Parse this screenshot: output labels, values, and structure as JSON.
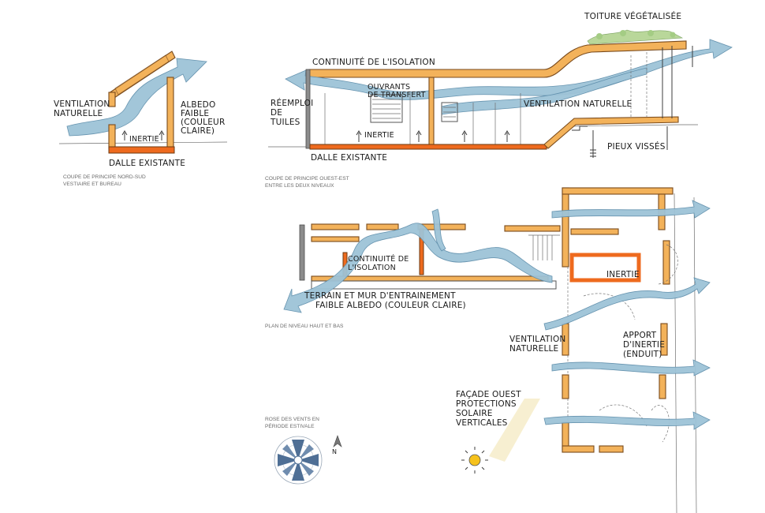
{
  "labels": {
    "toiture_vegetalisee": "TOITURE VÉGÉTALISÉE",
    "continuite_isolation_top": "CONTINUITÉ DE L'ISOLATION",
    "ouvrants_line1": "OUVRANTS",
    "ouvrants_line2": "DE TRANSFERT",
    "ventilation_naturelle_section": "VENTILATION NATURELLE",
    "remploi_line1": "RÉEMPLOI",
    "remploi_line2": "DE",
    "remploi_line3": "TUILES",
    "inertie_section": "INERTIE",
    "dalle_existante_section": "DALLE EXISTANTE",
    "pieux_visses": "PIEUX VISSÉS",
    "ventilation_small_line1": "VENTILATION",
    "ventilation_small_line2": "NATURELLE",
    "albedo_line1": "ALBEDO",
    "albedo_line2": "FAIBLE",
    "albedo_line3": "(COULEUR",
    "albedo_line4": "CLAIRE)",
    "inertie_small": "INERTIE",
    "dalle_existante_small": "DALLE EXISTANTE",
    "continuite_plan_line1": "CONTINUITÉ DE",
    "continuite_plan_line2": "L'ISOLATION",
    "terrain_line1": "TERRAIN ET MUR D'ENTRAINEMENT",
    "terrain_line2": "FAIBLE ALBEDO (COULEUR CLAIRE)",
    "inertie_plan": "INERTIE",
    "ventilation_plan_line1": "VENTILATION",
    "ventilation_plan_line2": "NATURELLE",
    "apport_line1": "APPORT",
    "apport_line2": "D'INERTIE",
    "apport_line3": "(ENDUIT)",
    "facade_line1": "FAÇADE OUEST",
    "facade_line2": "PROTECTIONS",
    "facade_line3": "SOLAIRE",
    "facade_line4": "VERTICALES",
    "north_letter": "N"
  },
  "captions": {
    "coupe_ns_line1": "COUPE DE PRINCIPE  NORD-SUD",
    "coupe_ns_line2": "VESTIAIRE ET BUREAU",
    "coupe_oe_line1": "COUPE DE PRINCIPE OUEST-EST",
    "coupe_oe_line2": "ENTRE LES DEUX NIVEAUX",
    "plan": "PLAN DE NIVEAU HAUT ET BAS",
    "rose_line1": "ROSE DES VENTS EN",
    "rose_line2": "PÉRIODE ESTIVALE"
  },
  "colors": {
    "insulation": "#f3b25a",
    "slab": "#ee6a1e",
    "airflow": "#9ec3d7",
    "outline": "#3d3d3d",
    "rose": "#4f6f95"
  }
}
